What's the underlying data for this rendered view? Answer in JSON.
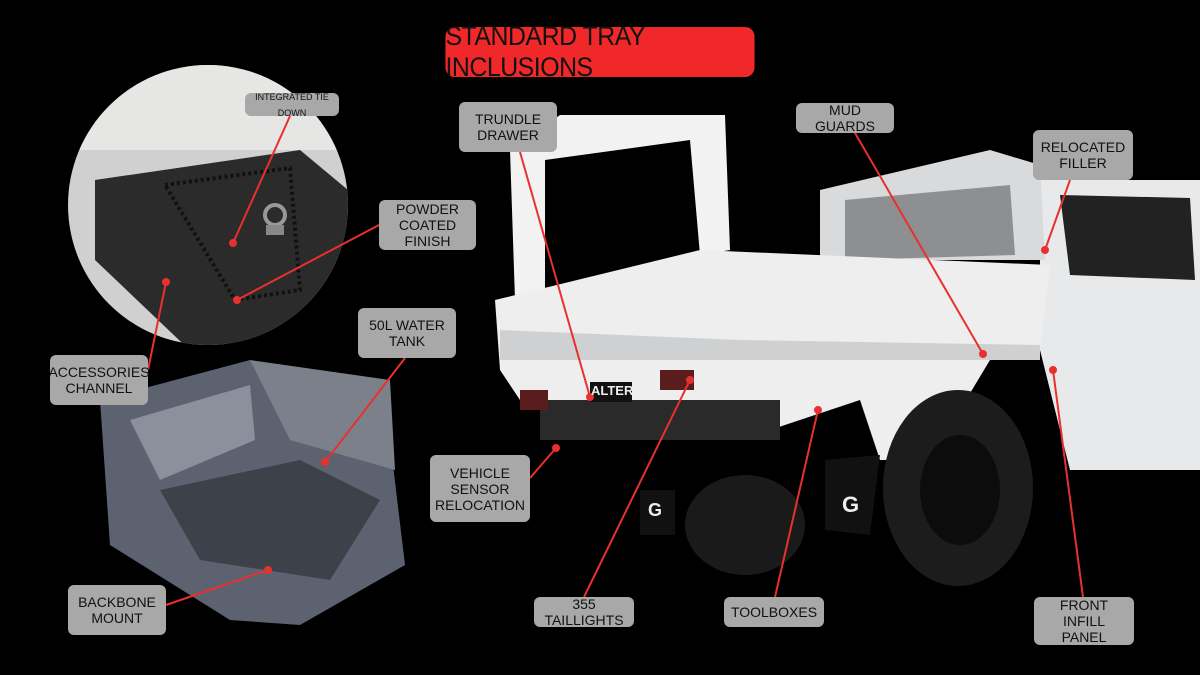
{
  "title": "STANDARD TRAY INCLUSIONS",
  "labels": {
    "tie_down": "INTEGRATED TIE DOWN",
    "powder": "POWDER\nCOATED FINISH",
    "accessories": "ACCESSORIES\nCHANNEL",
    "water_tank": "50L WATER\nTANK",
    "backbone": "BACKBONE\nMOUNT",
    "trundle": "TRUNDLE\nDRAWER",
    "sensor": "VEHICLE\nSENSOR\nRELOCATION",
    "taillights": "355 TAILLIGHTS",
    "toolboxes": "TOOLBOXES",
    "mud_guards": "MUD GUARDS",
    "filler": "RELOCATED\nFILLER",
    "infill": "FRONT INFILL\nPANEL"
  },
  "plate": "ALTERA",
  "brand": "G",
  "colors": {
    "accent": "#f0282a",
    "label_bg": "#a8a8a8"
  }
}
